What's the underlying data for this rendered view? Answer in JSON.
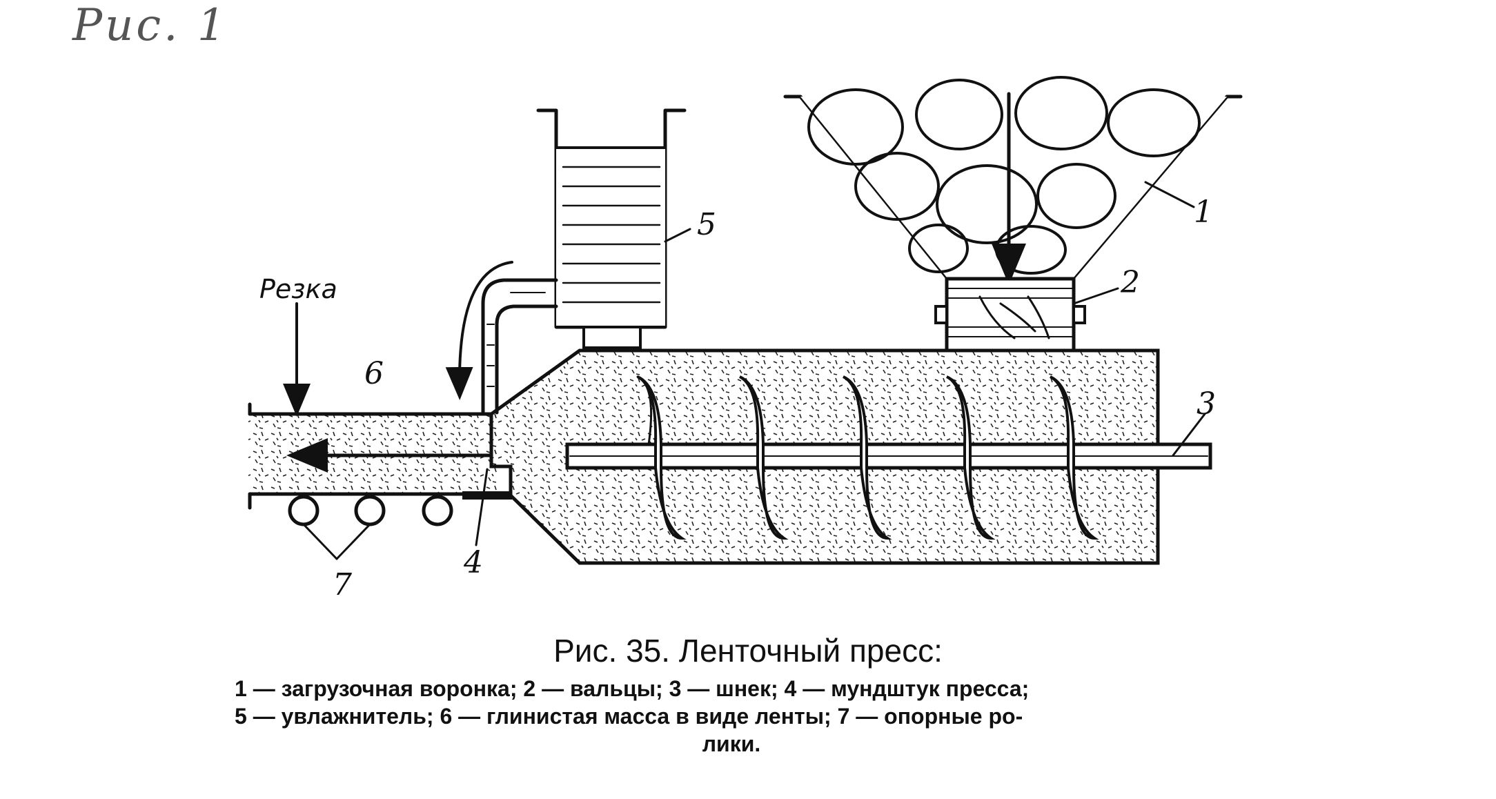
{
  "handwritten_note": "Рис. 1",
  "figure": {
    "title": "Рис. 35. Ленточный пресс:",
    "legend_line1": "1 — загрузочная воронка; 2 — вальцы; 3 — шнек; 4 — мундштук пресса;",
    "legend_line2": "5 — увлажнитель; 6 — глинистая масса в виде ленты; 7 — опорные ро-",
    "legend_line3": "лики."
  },
  "labels": {
    "cut": "Резка",
    "n1": "1",
    "n2": "2",
    "n3": "3",
    "n4": "4",
    "n5": "5",
    "n6": "6",
    "n7": "7"
  }
}
